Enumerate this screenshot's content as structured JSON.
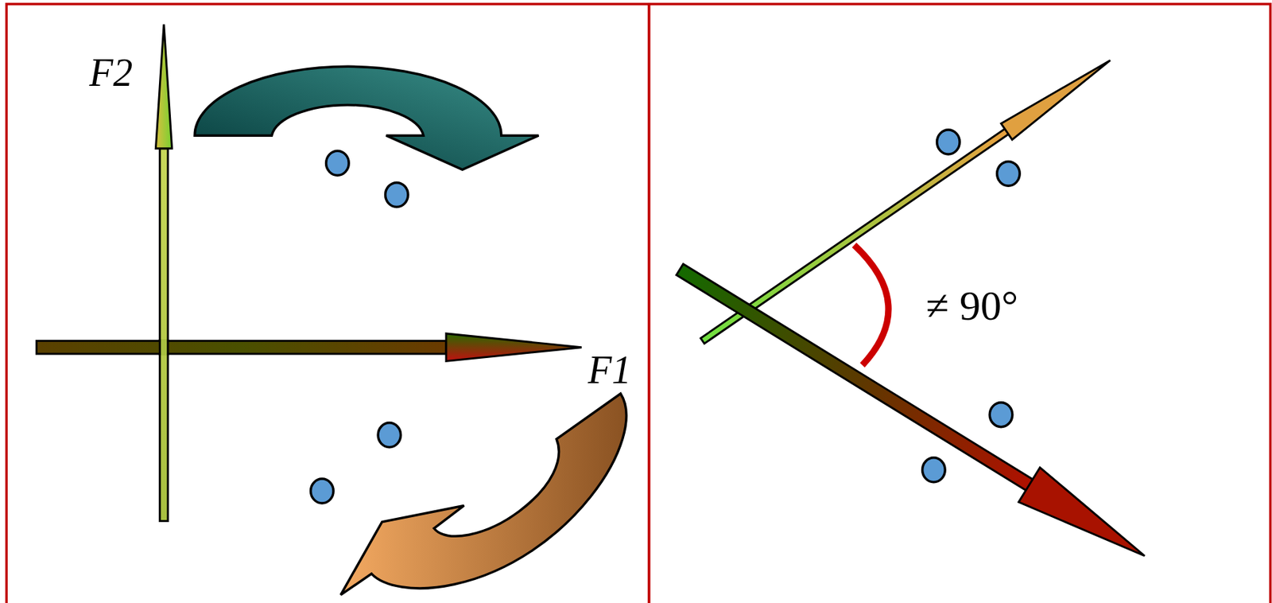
{
  "diagram": {
    "labels": [
      "F2",
      "F1",
      "≠ 90°"
    ]
  }
}
